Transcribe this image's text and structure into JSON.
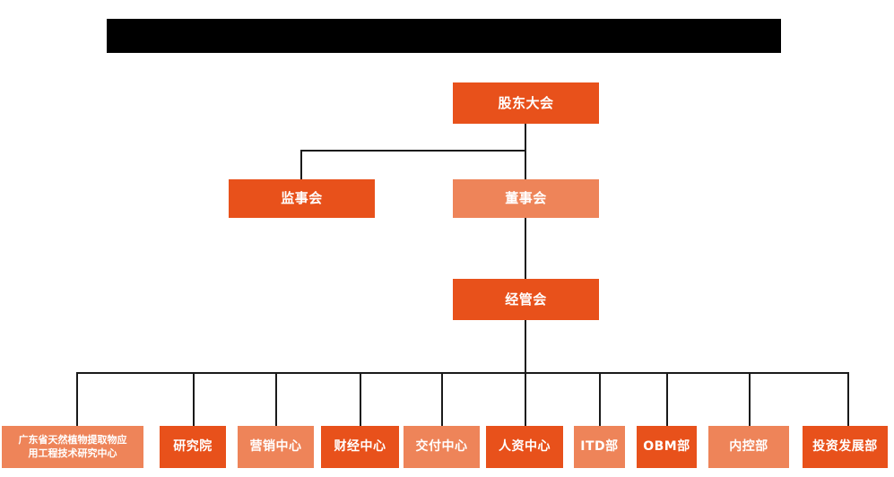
{
  "chart_data": {
    "type": "diagram",
    "diagram_type": "organization-chart",
    "title": "",
    "colors": {
      "dark_orange": "#E8511B",
      "light_orange": "#EE8459",
      "connector": "#1a1a1a",
      "background": "#ffffff",
      "redaction": "#000000",
      "node_text": "#ffffff"
    },
    "levels": [
      {
        "level": 1,
        "nodes": [
          {
            "id": "shareholders",
            "label": "股东大会",
            "shade": "dark"
          }
        ]
      },
      {
        "level": 2,
        "nodes": [
          {
            "id": "supervisors",
            "label": "监事会",
            "shade": "dark"
          },
          {
            "id": "directors",
            "label": "董事会",
            "shade": "light"
          }
        ]
      },
      {
        "level": 3,
        "nodes": [
          {
            "id": "management",
            "label": "经管会",
            "shade": "dark"
          }
        ]
      },
      {
        "level": 4,
        "nodes": [
          {
            "id": "research-center",
            "label": "广东省天然植物提取物应用工程技术研究中心",
            "shade": "light"
          },
          {
            "id": "institute",
            "label": "研究院",
            "shade": "dark"
          },
          {
            "id": "marketing",
            "label": "营销中心",
            "shade": "light"
          },
          {
            "id": "finance",
            "label": "财经中心",
            "shade": "dark"
          },
          {
            "id": "delivery",
            "label": "交付中心",
            "shade": "light"
          },
          {
            "id": "hr",
            "label": "人资中心",
            "shade": "dark"
          },
          {
            "id": "itd",
            "label": "ITD部",
            "shade": "light"
          },
          {
            "id": "obm",
            "label": "OBM部",
            "shade": "dark"
          },
          {
            "id": "internal-control",
            "label": "内控部",
            "shade": "light"
          },
          {
            "id": "investment",
            "label": "投资发展部",
            "shade": "dark"
          }
        ]
      }
    ],
    "edges": [
      {
        "from": "shareholders",
        "to": "supervisors"
      },
      {
        "from": "shareholders",
        "to": "directors"
      },
      {
        "from": "directors",
        "to": "management"
      },
      {
        "from": "management",
        "to": "research-center"
      },
      {
        "from": "management",
        "to": "institute"
      },
      {
        "from": "management",
        "to": "marketing"
      },
      {
        "from": "management",
        "to": "finance"
      },
      {
        "from": "management",
        "to": "delivery"
      },
      {
        "from": "management",
        "to": "hr"
      },
      {
        "from": "management",
        "to": "itd"
      },
      {
        "from": "management",
        "to": "obm"
      },
      {
        "from": "management",
        "to": "internal-control"
      },
      {
        "from": "management",
        "to": "investment"
      }
    ]
  },
  "banner": {
    "label": "",
    "state": "redacted"
  },
  "nodes": {
    "shareholders": "股东大会",
    "supervisors": "监事会",
    "directors": "董事会",
    "management": "经管会",
    "research_center_line1": "广东省天然植物提取物应",
    "research_center_line2": "用工程技术研究中心",
    "institute": "研究院",
    "marketing": "营销中心",
    "finance": "财经中心",
    "delivery": "交付中心",
    "hr": "人资中心",
    "itd": "ITD部",
    "obm": "OBM部",
    "internal_control": "内控部",
    "investment": "投资发展部"
  }
}
